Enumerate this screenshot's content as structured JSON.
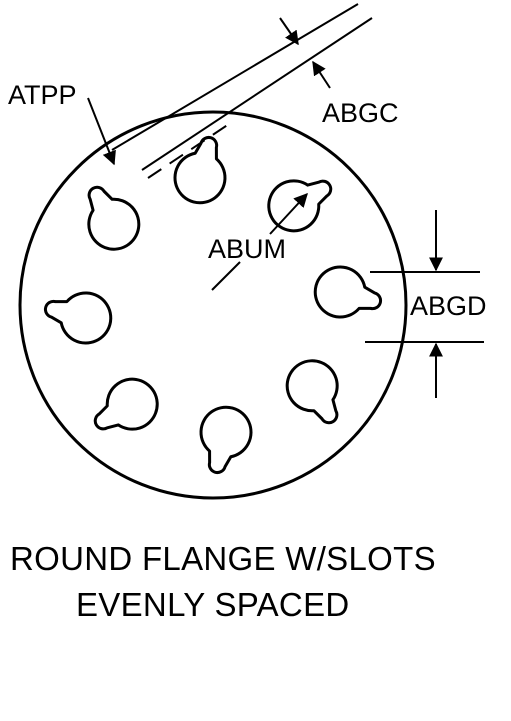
{
  "labels": {
    "atpp": "ATPP",
    "abgc": "ABGC",
    "abum": "ABUM",
    "abgd": "ABGD"
  },
  "caption": {
    "line1": "ROUND FLANGE W/SLOTS",
    "line2": "EVENLY SPACED"
  },
  "slot_count": 8,
  "colors": {
    "ink": "#000000",
    "background": "#ffffff"
  }
}
